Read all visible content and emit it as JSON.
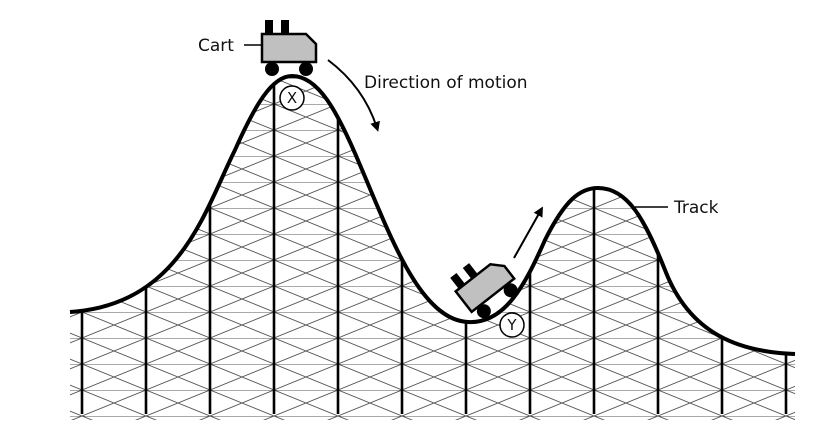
{
  "labels": {
    "cart": "Cart",
    "direction": "Direction of motion",
    "track": "Track",
    "point_x": "X",
    "point_y": "Y"
  },
  "colors": {
    "cart_body": "#c0c0c0",
    "track": "#000000",
    "scaffold": "#555555"
  }
}
